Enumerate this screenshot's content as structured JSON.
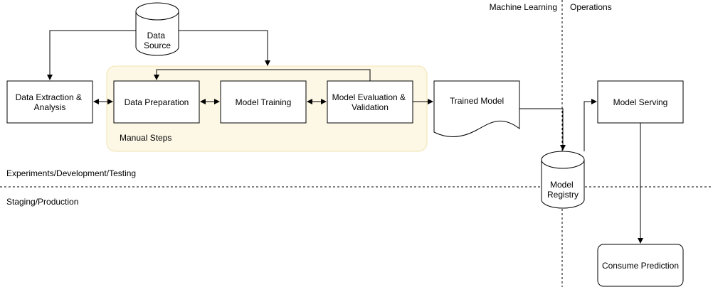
{
  "colors": {
    "stroke": "#000000",
    "group_fill": "#fdf8e6",
    "group_stroke": "#f0e3b0",
    "text": "#000000"
  },
  "sources": {
    "data_source": [
      "Data",
      "Source"
    ]
  },
  "steps": {
    "data_extraction": [
      "Data Extraction &",
      "Analysis"
    ],
    "data_preparation": [
      "Data Preparation"
    ],
    "model_training": [
      "Model Training"
    ],
    "model_evaluation": [
      "Model Evaluation  &",
      "Validation"
    ],
    "trained_model": [
      "Trained Model"
    ],
    "model_registry": [
      "Model",
      "Registry"
    ],
    "model_serving": [
      "Model Serving"
    ],
    "consume_prediction": [
      "Consume Prediction"
    ]
  },
  "group": {
    "manual_steps": "Manual Steps"
  },
  "zones": {
    "machine_learning": "Machine Learning",
    "operations": "Operations",
    "experiments": "Experiments/Development/Testing",
    "staging": "Staging/Production"
  }
}
